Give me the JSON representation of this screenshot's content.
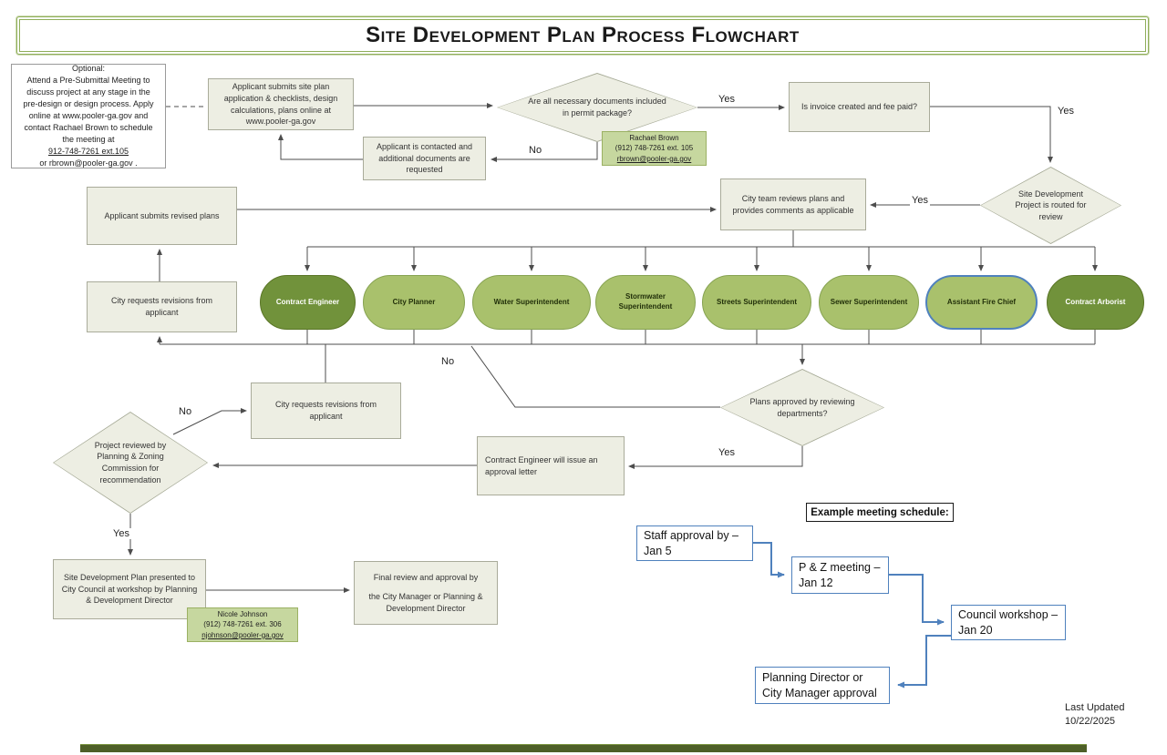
{
  "title": "Site Development Plan Process Flowchart",
  "labels": {
    "yes": "Yes",
    "no": "No"
  },
  "optional_box": {
    "title": "Optional:",
    "body": "Attend a Pre-Submittal Meeting to discuss project at any stage in the pre-design or design process. Apply online at www.pooler-ga.gov and contact Rachael Brown to schedule the meeting at",
    "phone": "912-748-7261 ext.105",
    "tail": "or rbrown@pooler-ga.gov ."
  },
  "nodes": {
    "submit_application": "Applicant submits site plan application & checklists, design calculations, plans online at www.pooler-ga.gov",
    "docs_diamond": "Are all necessary documents included in permit package?",
    "contacted": "Applicant is contacted and additional documents are requested",
    "invoice": "Is invoice created and fee paid?",
    "routed": "Site Development Project is routed for review",
    "city_team": "City team reviews plans and provides comments as applicable",
    "revised_plans": "Applicant submits revised plans",
    "requests_revisions_left": "City requests revisions from applicant",
    "plans_approved": "Plans approved by reviewing departments?",
    "requests_revisions_mid": "City requests revisions from applicant",
    "approval_letter": "Contract Engineer will issue an approval letter",
    "pz_review": "Project reviewed by Planning & Zoning Commission for recommendation",
    "council_presented": "Site Development Plan presented to City Council at workshop by Planning & Development Director",
    "final_review_line1": "Final review and approval by",
    "final_review_line2": "the City Manager or Planning & Development Director"
  },
  "contacts": {
    "rachael": {
      "name": "Rachael Brown",
      "phone": "(912)  748-7261 ext.  105",
      "email": "rbrown@pooler-ga.gov"
    },
    "nicole": {
      "name": "Nicole Johnson",
      "phone": "(912) 748-7261 ext. 306",
      "email": "njohnson@pooler-ga.gov"
    }
  },
  "departments": [
    {
      "label": "Contract Engineer"
    },
    {
      "label": "City Planner"
    },
    {
      "label": "Water Superintendent"
    },
    {
      "label": "Stormwater Superintendent"
    },
    {
      "label": "Streets Superintendent"
    },
    {
      "label": "Sewer Superintendent"
    },
    {
      "label": "Assistant  Fire Chief"
    },
    {
      "label": "Contract Arborist"
    }
  ],
  "schedule": {
    "header": "Example meeting schedule:",
    "staff": {
      "line1": "Staff approval by –",
      "line2": "Jan 5"
    },
    "pz": {
      "line1": "P & Z meeting –",
      "line2": "Jan 12"
    },
    "council": {
      "line1": "Council workshop –",
      "line2": "Jan 20"
    },
    "director": {
      "line1": "Planning Director or",
      "line2": "City Manager approval"
    }
  },
  "footer": {
    "line1": "Last Updated",
    "line2": "10/22/2025"
  },
  "colors": {
    "dark_green": "#71923b",
    "medium_green": "#a9c16c",
    "node_fill": "#edeee3",
    "blue_accent": "#4f81bd",
    "bottom_bar": "#4e5f28"
  }
}
